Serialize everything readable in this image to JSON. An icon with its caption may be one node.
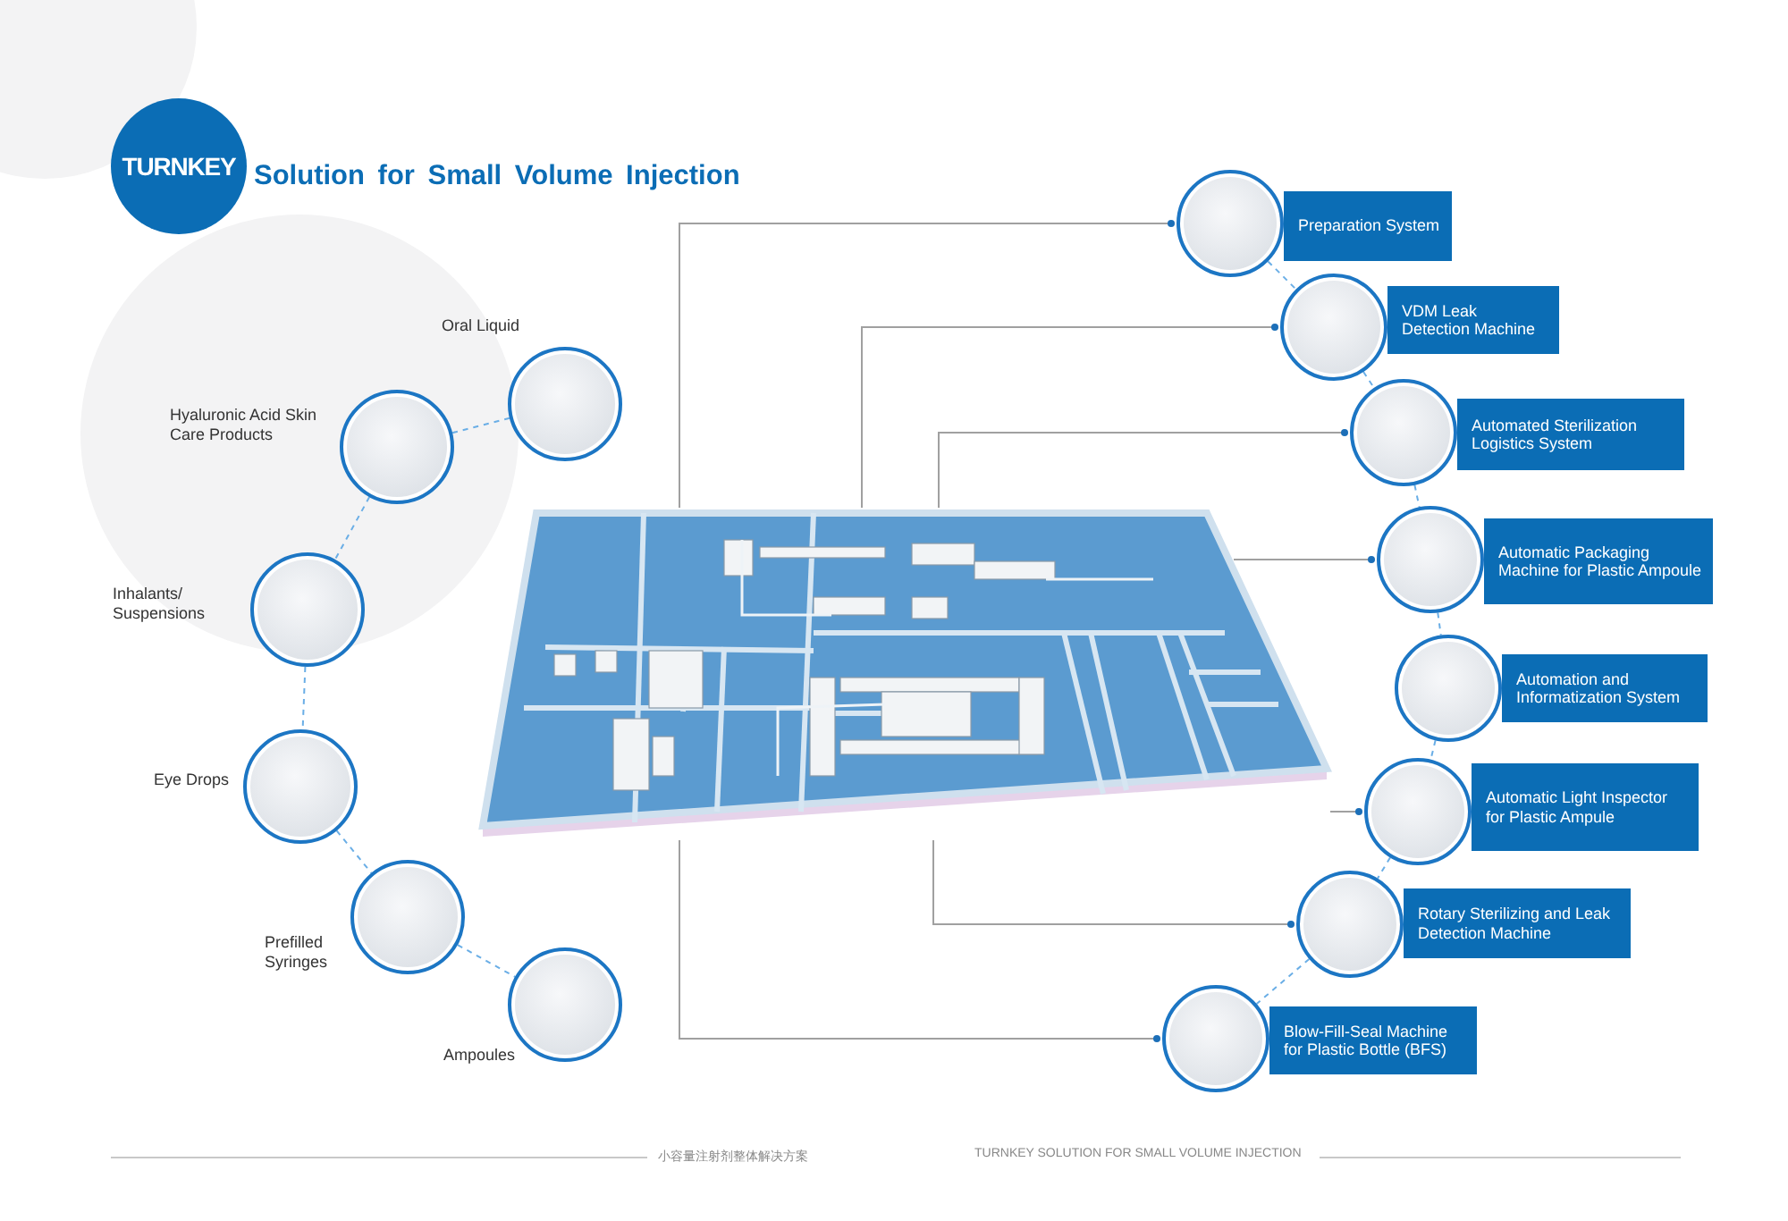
{
  "diagram": {
    "title": "Solution for Small Volume Injection",
    "nodes": [
      {
        "text": [
          "TURNKEY"
        ]
      },
      {
        "text": [],
        "shape": "picture"
      },
      {
        "text": [],
        "shape": "picture",
        "beside": [
          "Oral Liquid"
        ]
      },
      {
        "text": [],
        "shape": "picture",
        "beside": [
          "Hyaluronic Acid Skin Care Products"
        ]
      },
      {
        "text": [],
        "shape": "picture",
        "beside": [
          "Inhalants/ Suspensions"
        ]
      },
      {
        "text": [],
        "shape": "picture",
        "beside": [
          "Eye Drops"
        ]
      },
      {
        "text": [],
        "shape": "picture",
        "beside": [
          "Prefilled Syringes"
        ]
      },
      {
        "text": [],
        "shape": "picture",
        "beside": [
          "Ampoules"
        ]
      },
      {
        "text": [],
        "shape": "picture"
      },
      {
        "text": [
          "Preparation System"
        ]
      },
      {
        "text": [],
        "shape": "picture"
      },
      {
        "text": [
          "VDM Leak Detection Machine"
        ]
      },
      {
        "text": [],
        "shape": "picture"
      },
      {
        "text": [
          "Automated Sterilization Logistics System"
        ]
      },
      {
        "text": [],
        "shape": "picture"
      },
      {
        "text": [
          "Automatic Packaging Machine for Plastic Ampoule"
        ]
      },
      {
        "text": [],
        "shape": "picture"
      },
      {
        "text": [
          "Automation and Informatization System"
        ]
      },
      {
        "text": [],
        "shape": "picture"
      },
      {
        "text": [
          "Automatic Light Inspector for Plastic Ampule"
        ]
      },
      {
        "text": [],
        "shape": "picture"
      },
      {
        "text": [
          "Rotary Sterilizing and Leak Detection Machine"
        ]
      },
      {
        "text": [],
        "shape": "picture"
      },
      {
        "text": [
          "Blow-Fill-Seal Machine for Plastic Bottle (BFS)"
        ]
      }
    ],
    "edges": [
      {
        "from": 2,
        "to": 3,
        "arrow": "none",
        "style": "dashed"
      },
      {
        "from": 3,
        "to": 4,
        "arrow": "none",
        "style": "dashed"
      },
      {
        "from": 4,
        "to": 5,
        "arrow": "none",
        "style": "dashed"
      },
      {
        "from": 5,
        "to": 6,
        "arrow": "none",
        "style": "dashed"
      },
      {
        "from": 6,
        "to": 7,
        "arrow": "none",
        "style": "dashed"
      },
      {
        "from": 8,
        "to": 10,
        "arrow": "none",
        "style": "dashed"
      },
      {
        "from": 10,
        "to": 12,
        "arrow": "none",
        "style": "dashed"
      },
      {
        "from": 12,
        "to": 14,
        "arrow": "none",
        "style": "dashed"
      },
      {
        "from": 14,
        "to": 16,
        "arrow": "none",
        "style": "dashed"
      },
      {
        "from": 16,
        "to": 18,
        "arrow": "none",
        "style": "dashed"
      },
      {
        "from": 18,
        "to": 20,
        "arrow": "none",
        "style": "dashed"
      },
      {
        "from": 20,
        "to": 22,
        "arrow": "none",
        "style": "dashed"
      },
      {
        "from": 1,
        "to": 8,
        "arrow": "other",
        "color": "#a0a0a0"
      },
      {
        "from": 1,
        "to": 10,
        "arrow": "other",
        "color": "#a0a0a0"
      },
      {
        "from": 1,
        "to": 12,
        "arrow": "other",
        "color": "#a0a0a0"
      },
      {
        "from": 1,
        "to": 14,
        "arrow": "other",
        "color": "#a0a0a0"
      },
      {
        "from": 1,
        "to": 18,
        "arrow": "other",
        "color": "#a0a0a0"
      },
      {
        "from": 1,
        "to": 20,
        "arrow": "other",
        "color": "#a0a0a0"
      },
      {
        "from": 1,
        "to": 22,
        "arrow": "other",
        "color": "#a0a0a0"
      }
    ],
    "labels": [
      "小容量注射剂整体解决方案",
      "TURNKEY SOLUTION FOR SMALL VOLUME INJECTION"
    ]
  }
}
